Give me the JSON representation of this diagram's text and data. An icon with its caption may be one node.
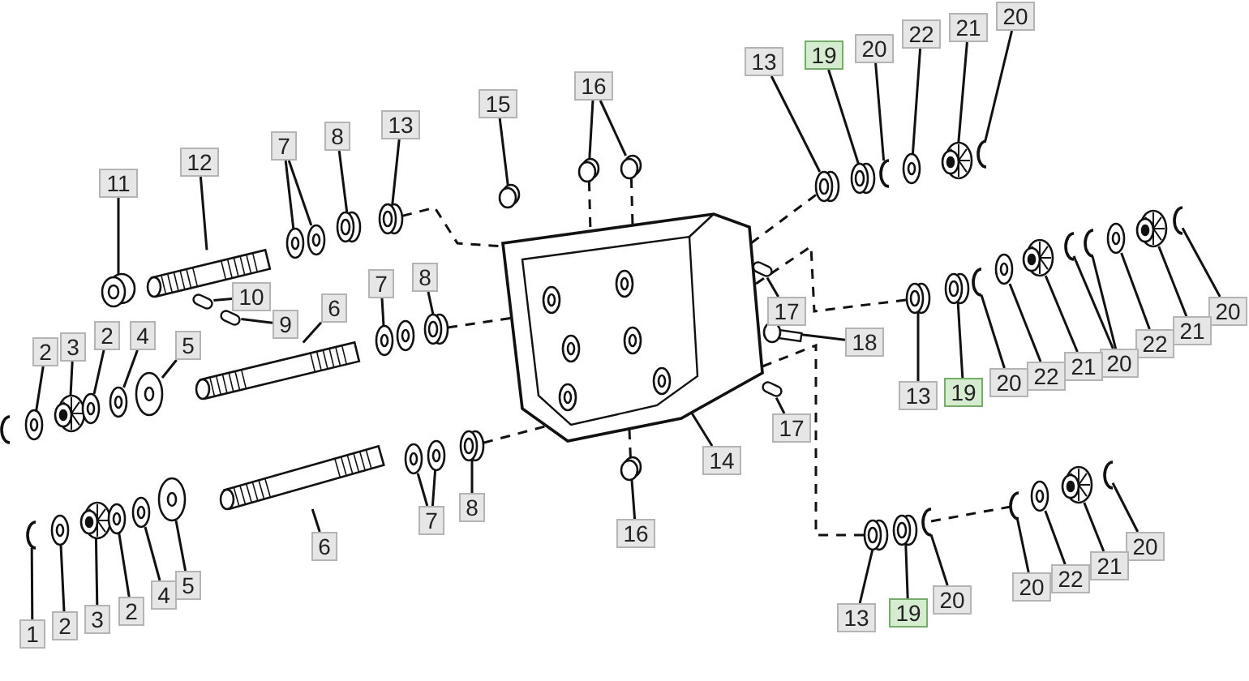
{
  "diagram": {
    "nodes": [
      {
        "text": [
          "20"
        ]
      },
      {
        "text": [
          "21"
        ]
      },
      {
        "text": [
          "22"
        ]
      },
      {
        "text": [
          "19"
        ]
      },
      {
        "text": [
          "20"
        ]
      },
      {
        "text": [
          "13"
        ]
      },
      {
        "text": [
          "16"
        ]
      },
      {
        "text": [
          "15"
        ]
      },
      {
        "text": [
          "13"
        ]
      },
      {
        "text": [
          "8"
        ]
      },
      {
        "text": [
          "7"
        ]
      },
      {
        "text": [
          "12"
        ]
      },
      {
        "text": [
          "11"
        ]
      },
      {
        "text": [
          "8"
        ]
      },
      {
        "text": [
          "7"
        ]
      },
      {
        "text": [
          "10"
        ]
      },
      {
        "text": [
          "17"
        ]
      },
      {
        "text": [
          "6"
        ]
      },
      {
        "text": [
          "9"
        ]
      },
      {
        "text": [
          "20"
        ]
      },
      {
        "text": [
          "21"
        ]
      },
      {
        "text": [
          "18"
        ]
      },
      {
        "text": [
          "22"
        ]
      },
      {
        "text": [
          "2"
        ]
      },
      {
        "text": [
          "3"
        ]
      },
      {
        "text": [
          "2"
        ]
      },
      {
        "text": [
          "4"
        ]
      },
      {
        "text": [
          "5"
        ]
      },
      {
        "text": [
          "20"
        ]
      },
      {
        "text": [
          "21"
        ]
      },
      {
        "text": [
          "22"
        ]
      },
      {
        "text": [
          "20"
        ]
      },
      {
        "text": [
          "19"
        ]
      },
      {
        "text": [
          "13"
        ]
      },
      {
        "text": [
          "17"
        ]
      },
      {
        "text": [
          "14"
        ]
      },
      {
        "text": [
          "8"
        ]
      },
      {
        "text": [
          "7"
        ]
      },
      {
        "text": [
          "16"
        ]
      },
      {
        "text": [
          "6"
        ]
      },
      {
        "text": [
          "20"
        ]
      },
      {
        "text": [
          "21"
        ]
      },
      {
        "text": [
          "22"
        ]
      },
      {
        "text": [
          "20"
        ]
      },
      {
        "text": [
          "20"
        ]
      },
      {
        "text": [
          "5"
        ]
      },
      {
        "text": [
          "4"
        ]
      },
      {
        "text": [
          "19"
        ]
      },
      {
        "text": [
          "2"
        ]
      },
      {
        "text": [
          "13"
        ]
      },
      {
        "text": [
          "3"
        ]
      },
      {
        "text": [
          "2"
        ]
      },
      {
        "text": [
          "1"
        ]
      },
      {
        "text": [],
        "shape": "circle"
      },
      {
        "text": [],
        "shape": "circle"
      },
      {
        "text": [],
        "shape": "picture"
      },
      {
        "text": [],
        "shape": "picture"
      },
      {
        "text": [],
        "shape": "picture"
      },
      {
        "text": [],
        "shape": "picture"
      },
      {
        "text": [],
        "shape": "circle"
      },
      {
        "text": [],
        "shape": "circle"
      },
      {
        "text": [],
        "shape": "picture"
      },
      {
        "text": [],
        "shape": "picture"
      },
      {
        "text": [],
        "shape": "picture"
      },
      {
        "text": [],
        "shape": "picture"
      },
      {
        "text": [],
        "shape": "picture"
      },
      {
        "text": [],
        "shape": "picture"
      },
      {
        "text": [],
        "shape": "picture"
      },
      {
        "text": [],
        "shape": "picture"
      },
      {
        "text": [],
        "shape": "circle"
      },
      {
        "text": [],
        "shape": "circle"
      },
      {
        "text": [],
        "shape": "picture"
      },
      {
        "text": [],
        "shape": "picture"
      },
      {
        "text": [],
        "shape": "picture"
      },
      {
        "text": [],
        "shape": "picture"
      },
      {
        "text": [],
        "shape": "picture"
      },
      {
        "text": [],
        "shape": "picture"
      },
      {
        "text": [],
        "shape": "picture"
      },
      {
        "text": [],
        "shape": "picture"
      },
      {
        "text": [],
        "shape": "picture"
      },
      {
        "text": [],
        "shape": "circle"
      },
      {
        "text": [],
        "shape": "circle"
      },
      {
        "text": [],
        "shape": "box"
      },
      {
        "text": [],
        "shape": "box"
      },
      {
        "text": [],
        "shape": "picture"
      },
      {
        "text": [],
        "shape": "picture"
      },
      {
        "text": [],
        "shape": "picture"
      },
      {
        "text": [],
        "shape": "circle"
      },
      {
        "text": [],
        "shape": "picture"
      },
      {
        "text": [],
        "shape": "picture"
      },
      {
        "text": [],
        "shape": "picture"
      },
      {
        "text": [],
        "shape": "picture"
      },
      {
        "text": [],
        "shape": "picture"
      },
      {
        "text": [],
        "shape": "picture"
      },
      {
        "text": [],
        "shape": "picture"
      },
      {
        "text": [],
        "shape": "picture"
      },
      {
        "text": [],
        "shape": "picture"
      },
      {
        "text": [],
        "shape": "picture"
      },
      {
        "text": [],
        "shape": "picture"
      },
      {
        "text": [],
        "shape": "picture"
      },
      {
        "text": [],
        "shape": "picture"
      },
      {
        "text": [],
        "shape": "picture"
      },
      {
        "text": [],
        "shape": "picture"
      },
      {
        "text": [],
        "shape": "circle"
      },
      {
        "text": [],
        "shape": "circle"
      },
      {
        "text": [],
        "shape": "circle"
      },
      {
        "text": [],
        "shape": "circle"
      },
      {
        "text": [],
        "shape": "circle"
      },
      {
        "text": [],
        "shape": "box"
      },
      {
        "text": [],
        "shape": "box"
      },
      {
        "text": [],
        "shape": "picture"
      },
      {
        "text": [],
        "shape": "picture"
      }
    ],
    "edges": [
      {
        "from": 0,
        "to": 58,
        "arrow": "none"
      },
      {
        "from": 1,
        "to": 57,
        "arrow": "none"
      },
      {
        "from": 2,
        "to": 56,
        "arrow": "none"
      },
      {
        "from": 3,
        "to": 54,
        "arrow": "none"
      },
      {
        "from": 4,
        "to": 55,
        "arrow": "none"
      },
      {
        "from": 5,
        "to": 53,
        "arrow": "none"
      },
      {
        "from": 6,
        "to": 105,
        "arrow": "none"
      },
      {
        "from": 6,
        "to": 106,
        "arrow": "none"
      },
      {
        "from": 7,
        "to": 104,
        "arrow": "none"
      },
      {
        "from": 8,
        "to": 81,
        "arrow": "none"
      },
      {
        "from": 9,
        "to": 80,
        "arrow": "none"
      },
      {
        "from": 10,
        "to": 78,
        "arrow": "none"
      },
      {
        "from": 10,
        "to": 79,
        "arrow": "none"
      },
      {
        "from": 11,
        "to": 77,
        "arrow": "none"
      },
      {
        "from": 12,
        "to": 76,
        "arrow": "none"
      },
      {
        "from": 13,
        "to": 87,
        "arrow": "none"
      },
      {
        "from": 14,
        "to": 85,
        "arrow": "none"
      },
      {
        "from": 15,
        "to": 82,
        "arrow": "none"
      },
      {
        "from": 16,
        "to": 108,
        "arrow": "none"
      },
      {
        "from": 17,
        "to": 84,
        "arrow": "none"
      },
      {
        "from": 18,
        "to": 83,
        "arrow": "none"
      },
      {
        "from": 19,
        "to": 68,
        "arrow": "none"
      },
      {
        "from": 20,
        "to": 67,
        "arrow": "none"
      },
      {
        "from": 21,
        "to": 110,
        "arrow": "none"
      },
      {
        "from": 22,
        "to": 66,
        "arrow": "none"
      },
      {
        "from": 23,
        "to": 89,
        "arrow": "none"
      },
      {
        "from": 24,
        "to": 90,
        "arrow": "none"
      },
      {
        "from": 25,
        "to": 91,
        "arrow": "none"
      },
      {
        "from": 26,
        "to": 92,
        "arrow": "none"
      },
      {
        "from": 27,
        "to": 93,
        "arrow": "none"
      },
      {
        "from": 28,
        "to": 64,
        "arrow": "none"
      },
      {
        "from": 28,
        "to": 65,
        "arrow": "none"
      },
      {
        "from": 29,
        "to": 63,
        "arrow": "none"
      },
      {
        "from": 30,
        "to": 62,
        "arrow": "none"
      },
      {
        "from": 31,
        "to": 61,
        "arrow": "none"
      },
      {
        "from": 32,
        "to": 60,
        "arrow": "none"
      },
      {
        "from": 33,
        "to": 59,
        "arrow": "none"
      },
      {
        "from": 34,
        "to": 109,
        "arrow": "none"
      },
      {
        "from": 35,
        "to": 111,
        "arrow": "none"
      },
      {
        "from": 36,
        "to": 103,
        "arrow": "none"
      },
      {
        "from": 37,
        "to": 101,
        "arrow": "none"
      },
      {
        "from": 37,
        "to": 102,
        "arrow": "none"
      },
      {
        "from": 38,
        "to": 107,
        "arrow": "none"
      },
      {
        "from": 39,
        "to": 100,
        "arrow": "none"
      },
      {
        "from": 40,
        "to": 75,
        "arrow": "none"
      },
      {
        "from": 41,
        "to": 74,
        "arrow": "none"
      },
      {
        "from": 42,
        "to": 73,
        "arrow": "none"
      },
      {
        "from": 43,
        "to": 72,
        "arrow": "none"
      },
      {
        "from": 44,
        "to": 71,
        "arrow": "none"
      },
      {
        "from": 45,
        "to": 99,
        "arrow": "none"
      },
      {
        "from": 46,
        "to": 98,
        "arrow": "none"
      },
      {
        "from": 47,
        "to": 70,
        "arrow": "none"
      },
      {
        "from": 48,
        "to": 97,
        "arrow": "none"
      },
      {
        "from": 49,
        "to": 69,
        "arrow": "none"
      },
      {
        "from": 50,
        "to": 96,
        "arrow": "none"
      },
      {
        "from": 51,
        "to": 95,
        "arrow": "none"
      },
      {
        "from": 52,
        "to": 94,
        "arrow": "none"
      },
      {
        "from": 81,
        "to": 111,
        "arrow": "none",
        "style": "dashed"
      },
      {
        "from": 87,
        "to": 111,
        "arrow": "none",
        "style": "dashed"
      },
      {
        "from": 103,
        "to": 111,
        "arrow": "none",
        "style": "dashed"
      },
      {
        "from": 111,
        "to": 53,
        "arrow": "none",
        "style": "dashed"
      },
      {
        "from": 111,
        "to": 59,
        "arrow": "none",
        "style": "dashed"
      },
      {
        "from": 111,
        "to": 69,
        "arrow": "none",
        "style": "dashed"
      },
      {
        "from": 71,
        "to": 72,
        "arrow": "none",
        "style": "dashed"
      },
      {
        "from": 105,
        "to": 111,
        "arrow": "none",
        "style": "dashed"
      },
      {
        "from": 106,
        "to": 111,
        "arrow": "none",
        "style": "dashed"
      },
      {
        "from": 107,
        "to": 111,
        "arrow": "none",
        "style": "dashed"
      }
    ]
  }
}
